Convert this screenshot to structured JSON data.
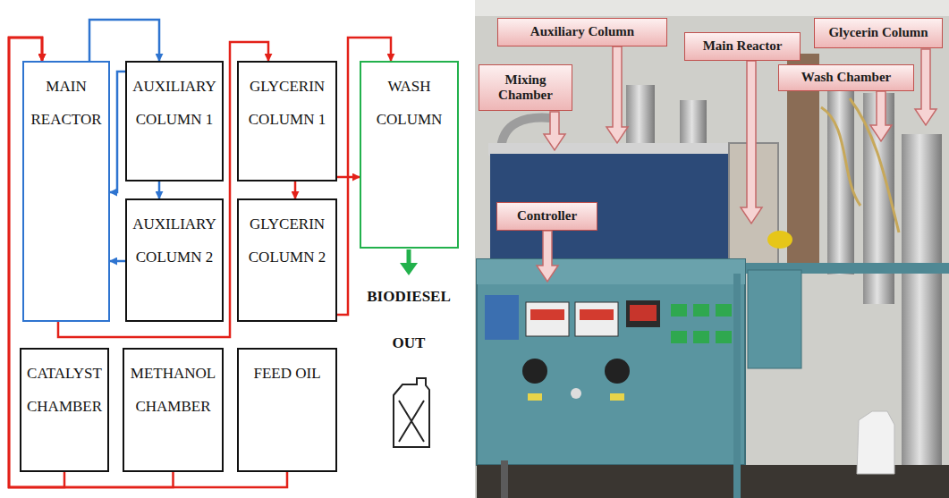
{
  "diagram": {
    "nodes": [
      {
        "text": [
          "MAIN REACTOR"
        ]
      },
      {
        "text": [
          "AUXILIARY COLUMN 1"
        ]
      },
      {
        "text": [
          "GLYCERIN COLUMN 1"
        ]
      },
      {
        "text": [
          "WASH COLUMN"
        ]
      },
      {
        "text": [
          "AUXILIARY COLUMN 2"
        ]
      },
      {
        "text": [
          "GLYCERIN COLUMN 2"
        ]
      },
      {
        "text": [
          "CATALYST CHAMBER"
        ]
      },
      {
        "text": [
          "METHANOL CHAMBER"
        ]
      },
      {
        "text": [
          "FEED OIL"
        ]
      },
      {
        "text": [
          "Auxiliary Column"
        ]
      },
      {
        "text": [
          "Glycerin Column"
        ]
      },
      {
        "text": [
          "Main Reactor"
        ]
      },
      {
        "text": [
          "Mixing Chamber"
        ]
      },
      {
        "text": [
          "Wash Chamber"
        ]
      },
      {
        "text": [
          "Controller"
        ]
      }
    ],
    "edges": [
      {
        "from": 6,
        "to": 0,
        "arrow": "to"
      },
      {
        "from": 7,
        "to": 0,
        "arrow": "to"
      },
      {
        "from": 8,
        "to": 0,
        "arrow": "to"
      },
      {
        "from": 0,
        "to": 1,
        "arrow": "to"
      },
      {
        "from": 1,
        "to": 4,
        "arrow": "to"
      },
      {
        "from": 1,
        "to": 0,
        "arrow": "to"
      },
      {
        "from": 4,
        "to": 0,
        "arrow": "to"
      },
      {
        "from": 0,
        "to": 2,
        "arrow": "to"
      },
      {
        "from": 2,
        "to": 5,
        "arrow": "to"
      },
      {
        "from": 2,
        "to": 3,
        "arrow": "to"
      },
      {
        "from": 5,
        "to": 3,
        "arrow": "to"
      }
    ],
    "labels": [
      "BIODIESEL OUT"
    ]
  }
}
